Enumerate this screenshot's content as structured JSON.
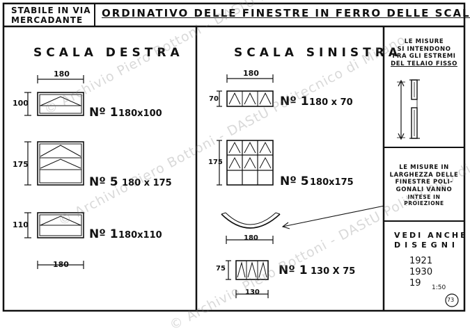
{
  "header": {
    "building_line1": "STABILE IN VIA",
    "building_line2": "MERCADANTE",
    "title": "ORDINATIVO DELLE FINESTRE IN FERRO DELLE SCALE"
  },
  "left_panel": {
    "heading": "SCALA DESTRA",
    "width_dim_top": "180",
    "width_dim_bottom": "180",
    "windows": [
      {
        "height": "100",
        "count": "Nº 1",
        "size": "180x100"
      },
      {
        "height": "175",
        "count": "Nº 5",
        "size": "180 x 175"
      },
      {
        "height": "110",
        "count": "Nº 1",
        "size": "180x110"
      }
    ]
  },
  "middle_panel": {
    "heading": "SCALA SINISTRA",
    "width_dim_top": "180",
    "windows": [
      {
        "height": "70",
        "count": "Nº 1",
        "size": "180 x 70"
      },
      {
        "height": "175",
        "count": "Nº 5",
        "size": "180x175"
      },
      {
        "height": "75",
        "count": "Nº 1",
        "size": "130 X 75",
        "width": "130"
      }
    ],
    "curved_dim": "180"
  },
  "right_panel": {
    "note_top": [
      "LE MISURE",
      "SI INTENDONO",
      "FRA GLI ESTREMI",
      "DEL TELAIO FISSO"
    ],
    "note_middle": [
      "LE MISURE IN",
      "LARGHEZZA DELLE",
      "FINESTRE POLI-",
      "GONALI VANNO",
      "INTESE IN PROIEZIONE"
    ],
    "vedi_line1": "VEDI ANCHE",
    "vedi_line2": "DISEGNI",
    "years": [
      "1921",
      "1930",
      "19"
    ],
    "scale": "1:50",
    "sheet_number": "73"
  },
  "watermark": "© Archivio Piero Bottoni - DAStU Politecnico di Milano"
}
